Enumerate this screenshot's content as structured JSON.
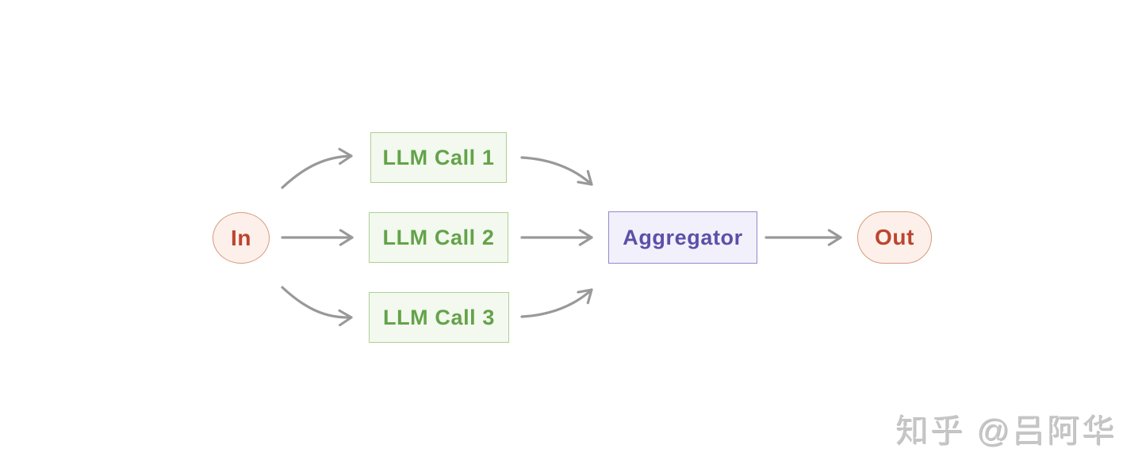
{
  "diagram": {
    "nodes": {
      "in": {
        "label": "In"
      },
      "llm_call_1": {
        "label": "LLM Call 1"
      },
      "llm_call_2": {
        "label": "LLM Call 2"
      },
      "llm_call_3": {
        "label": "LLM Call 3"
      },
      "aggregator": {
        "label": "Aggregator"
      },
      "out": {
        "label": "Out"
      }
    },
    "edges": [
      {
        "from": "in",
        "to": "llm_call_1"
      },
      {
        "from": "in",
        "to": "llm_call_2"
      },
      {
        "from": "in",
        "to": "llm_call_3"
      },
      {
        "from": "llm_call_1",
        "to": "aggregator"
      },
      {
        "from": "llm_call_2",
        "to": "aggregator"
      },
      {
        "from": "llm_call_3",
        "to": "aggregator"
      },
      {
        "from": "aggregator",
        "to": "out"
      }
    ],
    "colors": {
      "terminal_fill": "#fdf0ea",
      "terminal_border": "#d49c7e",
      "terminal_text": "#bb4530",
      "llm_fill": "#f3f9ee",
      "llm_border": "#aed096",
      "llm_text": "#63a34a",
      "aggregator_fill": "#f2f0fa",
      "aggregator_border": "#9488cd",
      "aggregator_text": "#5b50a8",
      "arrow": "#999999"
    },
    "watermark": "知乎 @吕阿华"
  }
}
